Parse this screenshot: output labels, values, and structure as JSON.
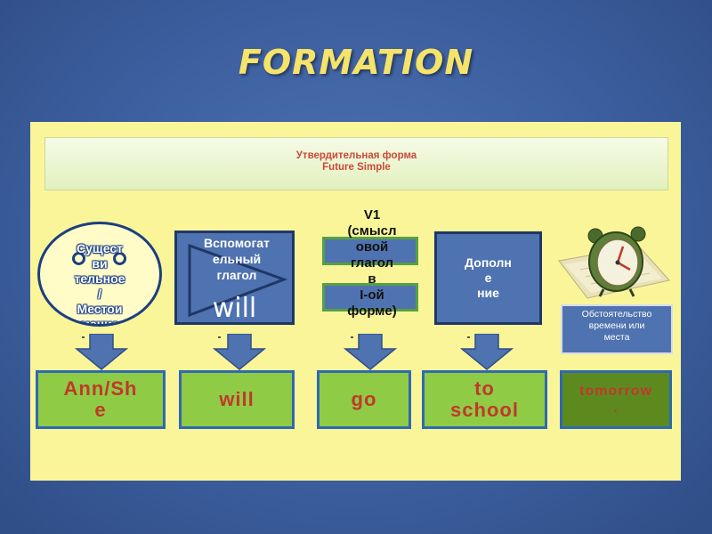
{
  "title": "FORMATION",
  "banner": {
    "line1": "Утвердительная форма",
    "line2": "Future Simple"
  },
  "subject_box": {
    "lines": [
      "Сущест",
      "ви",
      "тельное",
      "/",
      "Местои",
      "мение"
    ]
  },
  "auxiliary_box": {
    "lines": [
      "Вспомогат",
      "ельный",
      "глагол"
    ],
    "word": "will"
  },
  "main_verb": {
    "lines": [
      "V1",
      "(смысл",
      "овой",
      "глагол",
      "в",
      "I-ой",
      "форме)"
    ]
  },
  "object_box": {
    "lines": [
      "Дополн",
      "е",
      "ние"
    ]
  },
  "adverbial_box": {
    "lines": [
      "Обстоятельство",
      "времени или",
      "места"
    ]
  },
  "example": {
    "subject": [
      "Ann/Sh",
      "e"
    ],
    "auxiliary": "will",
    "verb": "go",
    "object": [
      "to",
      "school"
    ],
    "adverbial": [
      "tomorrow",
      "."
    ]
  },
  "colors": {
    "title": "#f5e36a",
    "panel": "#fbf59a",
    "box_blue": "#4f73b0",
    "example_green": "#8fcb45",
    "example_text": "#c0392b",
    "banner_text": "#c94a3a"
  }
}
